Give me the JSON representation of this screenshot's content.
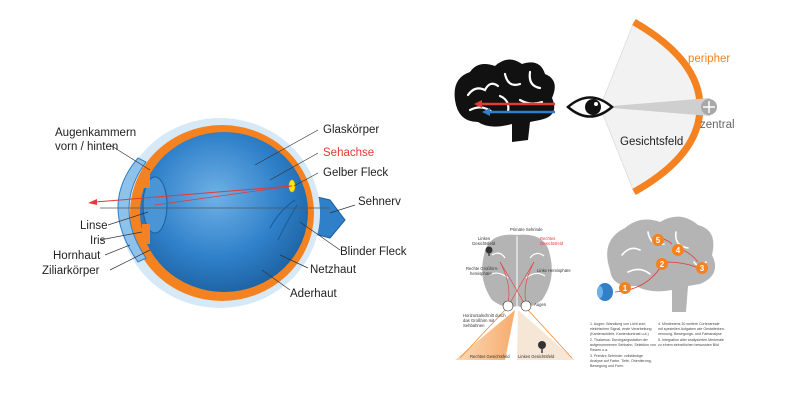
{
  "colors": {
    "eye_blue": "#2f80c9",
    "eye_light_blue": "#6fb1e6",
    "orange": "#f58220",
    "red": "#e53935",
    "brain_gray": "#9e9e9e",
    "black": "#111111"
  },
  "eye_diagram": {
    "labels": {
      "augenkammern_line1": "Augenkammern",
      "augenkammern_line2": "vorn / hinten",
      "linse": "Linse",
      "iris": "Iris",
      "hornhaut": "Hornhaut",
      "ziliarkoerper": "Ziliarkörper",
      "glaskoerper": "Glaskörper",
      "sehachse": "Sehachse",
      "gelber_fleck": "Gelber Fleck",
      "sehnerv": "Sehnerv",
      "blinder_fleck": "Blinder Fleck",
      "netzhaut": "Netzhaut",
      "aderhaut": "Aderhaut"
    }
  },
  "visual_field": {
    "labels": {
      "peripher": "peripher",
      "zentral": "zentral",
      "gesichtsfeld": "Gesichtsfeld"
    }
  },
  "pathway_diagram": {
    "labels": {
      "primaere_sehrinde": "Primäre Sehrinde",
      "linkes_gesichtsfeld_top_1": "Linkes",
      "linkes_gesichtsfeld_top_2": "Gesichtsfeld",
      "rechtes_gesichtsfeld_top_1": "Rechtes",
      "rechtes_gesichtsfeld_top_2": "Gesichtsfeld",
      "rechte_hemisphaere_1": "Rechte Großhirn-",
      "rechte_hemisphaere_2": "hemisphäre",
      "linke_hemisphaere": "Linke Hemisphäre",
      "augen": "Augen",
      "horizontal_1": "Horizontalschnitt durch",
      "horizontal_2": "das Großhirn mit",
      "horizontal_3": "Sehbahnen",
      "rechtes_gesichtsfeld_bottom": "Rechtes Gesichtsfeld",
      "linkes_gesichtsfeld_bottom": "Linkes Gesichtsfeld"
    }
  },
  "processing_diagram": {
    "steps": [
      "1",
      "2",
      "3",
      "4",
      "5"
    ],
    "notes": {
      "left_1": "1. Augen: Wandlung von Licht zum",
      "left_2": "elektrischen Signal, erste Verarbeitung",
      "left_3": "(Kantenschärfe, Kantenkontrast u.a.)",
      "left_4": "2. Thalamus: Durchgangsstation der",
      "left_5": "aufgenommenen Sehbahn, Selektion von",
      "left_6": "Reizen u.a.",
      "left_7": "3. Primäre Sehrinde: vollständige",
      "left_8": "Analyse auf Farbe, Tiefe, Orientierung,",
      "left_9": "Bewegung und Form",
      "right_1": "4. Mindestens 30 weitere Cortexareale",
      "right_2": "mit speziellen Aufgaben wie Gestalterken-",
      "right_3": "nennung, Bewegungs- und Farbanalyse",
      "right_4": "5. Integration aller analysierten Merkmale",
      "right_5": "zu einem einheitlichen bewussten Bild"
    }
  }
}
